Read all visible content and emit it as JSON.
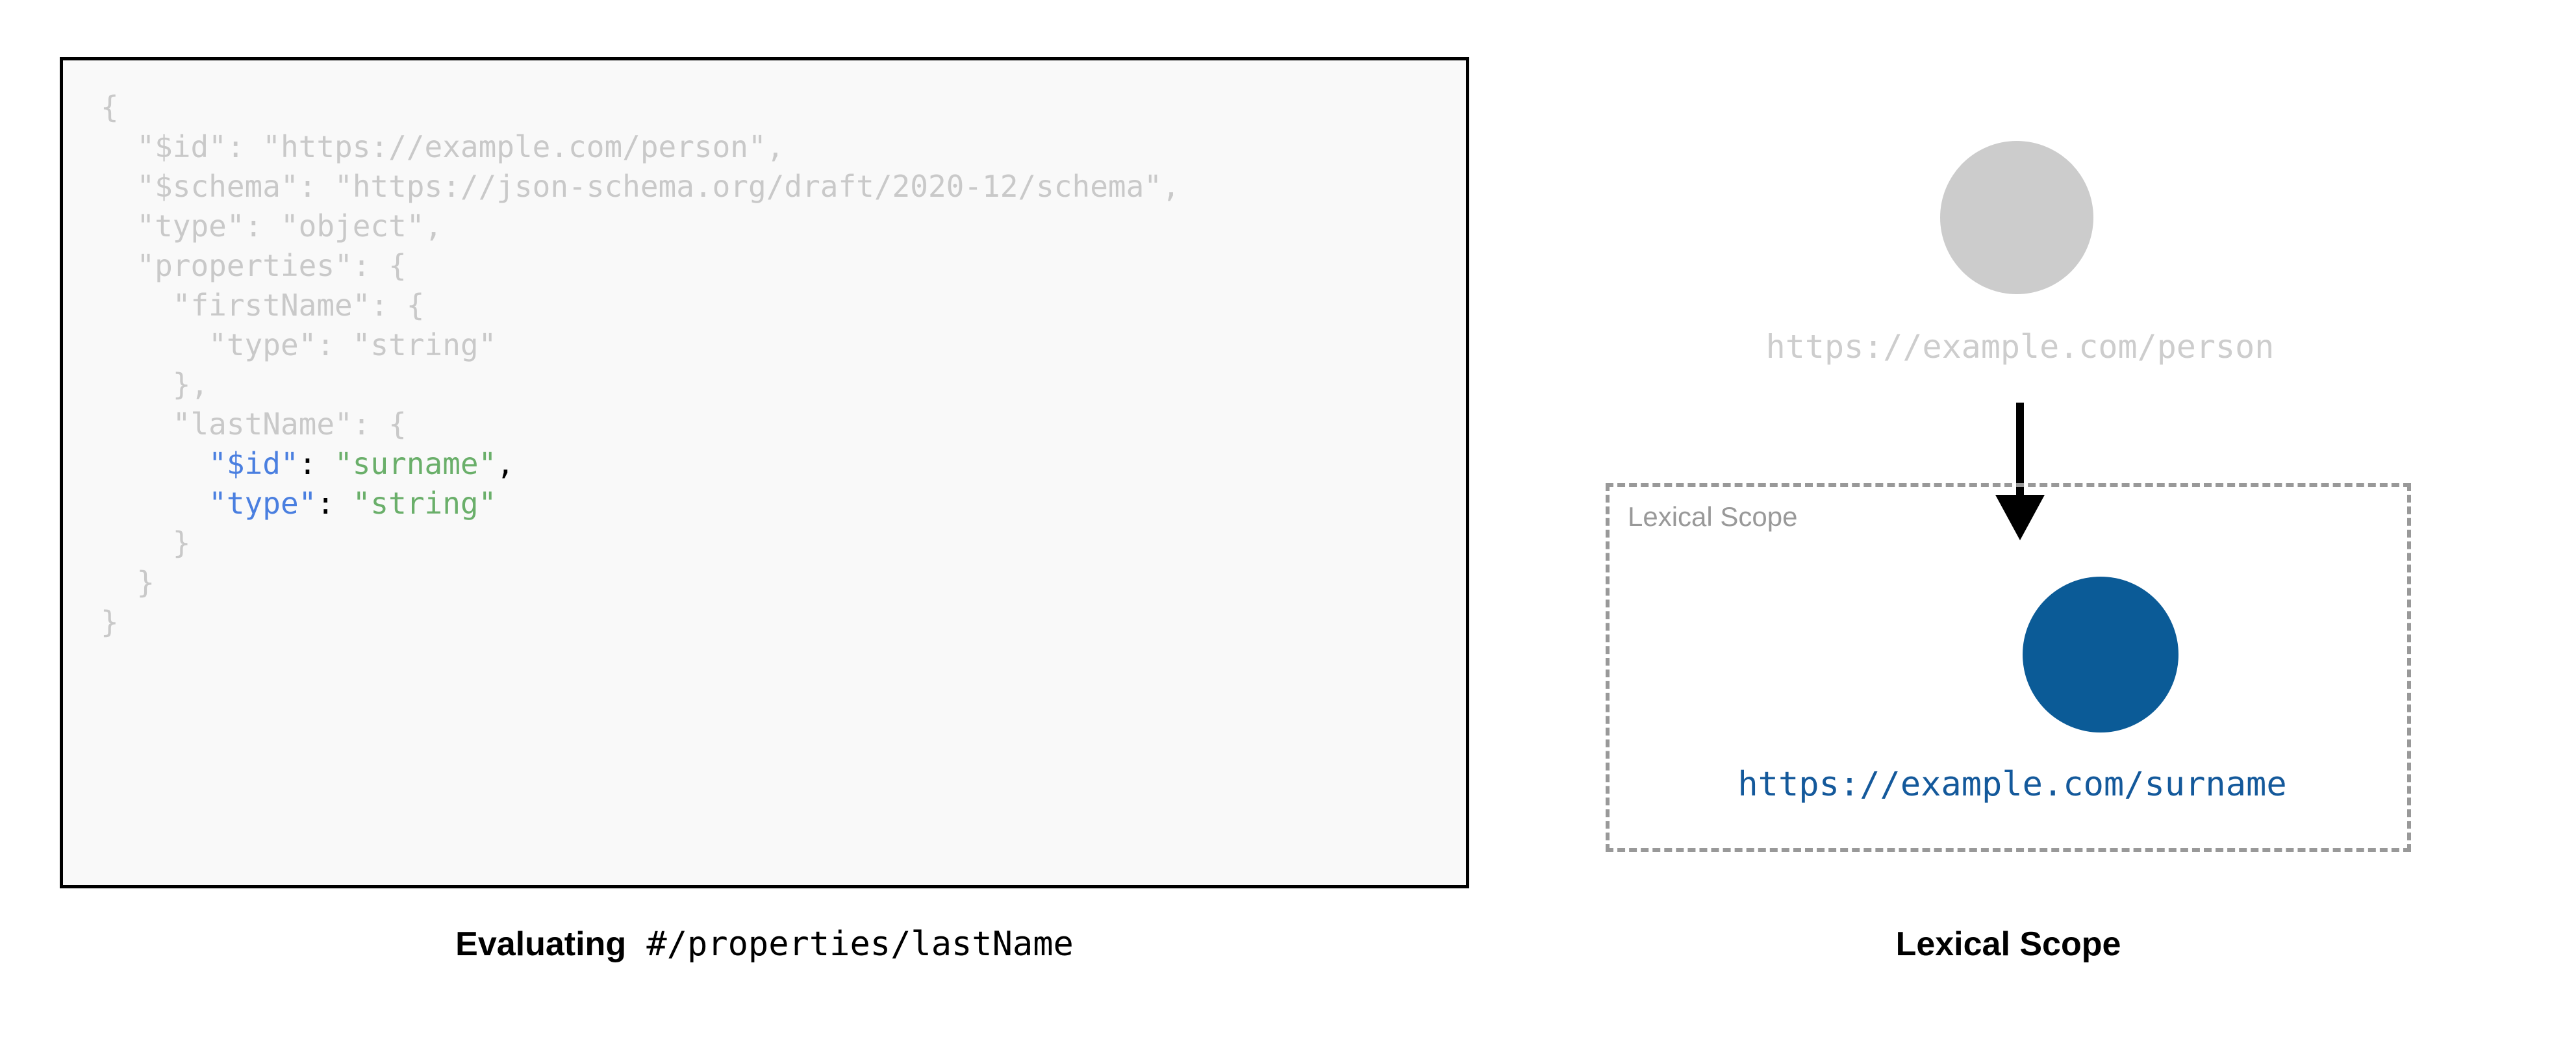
{
  "left": {
    "code": {
      "language": "json",
      "lines": [
        {
          "indent": 0,
          "segments": [
            {
              "text": "{",
              "style": "dim"
            }
          ]
        },
        {
          "indent": 1,
          "segments": [
            {
              "text": "\"$id\": \"https://example.com/person\",",
              "style": "dim"
            }
          ]
        },
        {
          "indent": 1,
          "segments": [
            {
              "text": "\"$schema\": \"https://json-schema.org/draft/2020-12/schema\",",
              "style": "dim"
            }
          ]
        },
        {
          "indent": 1,
          "segments": [
            {
              "text": "\"type\": \"object\",",
              "style": "dim"
            }
          ]
        },
        {
          "indent": 1,
          "segments": [
            {
              "text": "\"properties\": {",
              "style": "dim"
            }
          ]
        },
        {
          "indent": 2,
          "segments": [
            {
              "text": "\"firstName\": {",
              "style": "dim"
            }
          ]
        },
        {
          "indent": 3,
          "segments": [
            {
              "text": "\"type\": \"string\"",
              "style": "dim"
            }
          ]
        },
        {
          "indent": 2,
          "segments": [
            {
              "text": "},",
              "style": "dim"
            }
          ]
        },
        {
          "indent": 2,
          "segments": [
            {
              "text": "\"lastName\": {",
              "style": "dim"
            }
          ]
        },
        {
          "indent": 3,
          "segments": [
            {
              "text": "\"$id\"",
              "style": "key"
            },
            {
              "text": ": ",
              "style": "punct"
            },
            {
              "text": "\"surname\"",
              "style": "str"
            },
            {
              "text": ",",
              "style": "punct"
            }
          ]
        },
        {
          "indent": 3,
          "segments": [
            {
              "text": "\"type\"",
              "style": "key"
            },
            {
              "text": ": ",
              "style": "punct"
            },
            {
              "text": "\"string\"",
              "style": "str"
            }
          ]
        },
        {
          "indent": 2,
          "segments": [
            {
              "text": "}",
              "style": "dim"
            }
          ]
        },
        {
          "indent": 1,
          "segments": [
            {
              "text": "}",
              "style": "dim"
            }
          ]
        },
        {
          "indent": 0,
          "segments": [
            {
              "text": "}",
              "style": "dim"
            }
          ]
        }
      ]
    },
    "caption": {
      "label": "Evaluating",
      "pointer": " #/properties/lastName"
    }
  },
  "right": {
    "parent_node": {
      "label": "https://example.com/person",
      "circle_color": "#cccccc",
      "label_color": "#cdcdcd"
    },
    "arrow": {
      "name": "downward-arrow",
      "color": "#000000"
    },
    "scope_box": {
      "label": "Lexical Scope",
      "border_color": "#999999",
      "border_style": "dashed"
    },
    "child_node": {
      "label": "https://example.com/surname",
      "circle_color": "#0b5b97",
      "label_color": "#14599b"
    },
    "caption": "Lexical Scope"
  },
  "palette": {
    "code_key": "#4a7fe0",
    "code_string": "#6aaf6a",
    "code_dim": "#c9c9c9",
    "code_punct": "#000000",
    "card_background": "#f9f9f9",
    "card_border": "#000000",
    "page_background": "#ffffff"
  }
}
